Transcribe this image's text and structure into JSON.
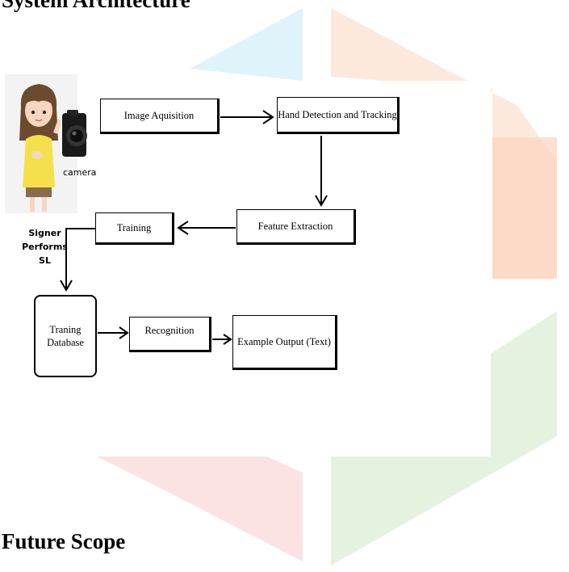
{
  "headings": {
    "top": "System Architecture",
    "bottom": "Future Scope"
  },
  "figure": {
    "camera_label": "camera",
    "signer_label_line1": "Signer Performs",
    "signer_label_line2": "SL",
    "boxes": {
      "image_acquisition": "Image Aquisition",
      "hand_detection": "Hand Detection and Tracking",
      "feature_extraction": "Feature Extraction",
      "training": "Training",
      "training_database_line1": "Traning",
      "training_database_line2": "Database",
      "recognition": "Recognition",
      "example_output": "Example Output (Text)"
    },
    "icons": [
      "signer-illustration",
      "camera-icon",
      "arrow-right",
      "arrow-down",
      "arrow-left"
    ]
  },
  "watermark": {
    "colors": {
      "cyan": "#dff3fb",
      "peach": "#fde9dc",
      "pink": "#fbe3e3",
      "green": "#e4f2df",
      "orange": "#fdd9c4"
    }
  }
}
